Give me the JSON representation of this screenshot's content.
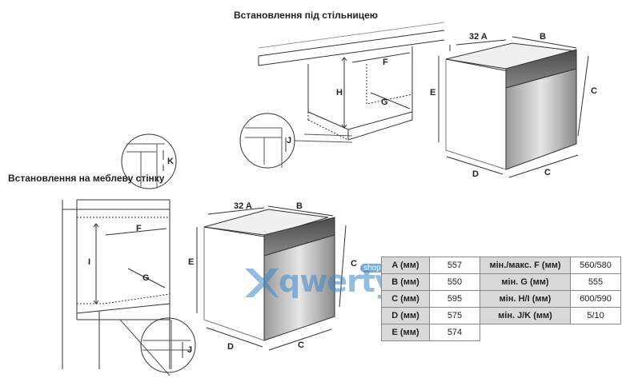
{
  "titles": {
    "under_counter": "Встановлення під стільницею",
    "wall_unit": "Встановлення на меблеву стінку"
  },
  "dimension_labels": {
    "a_32": "32 A",
    "b": "B",
    "c": "C",
    "d": "D",
    "e": "E",
    "f": "F",
    "g": "G",
    "h": "H",
    "i": "I",
    "j": "J",
    "k": "K"
  },
  "watermark": {
    "text": "qwerty",
    "badge": "shop"
  },
  "spec_table": {
    "rows": [
      {
        "k1": "A (мм)",
        "v1": "557",
        "k2": "мін./макс. F (мм)",
        "v2": "560/580"
      },
      {
        "k1": "B (мм)",
        "v1": "550",
        "k2": "мін. G (мм)",
        "v2": "555"
      },
      {
        "k1": "C (мм)",
        "v1": "595",
        "k2": "мін. H/I (мм)",
        "v2": "600/590"
      },
      {
        "k1": "D (мм)",
        "v1": "575",
        "k2": "мін. J/K (мм)",
        "v2": "5/10"
      },
      {
        "k1": "E (мм)",
        "v1": "574",
        "k2": "",
        "v2": ""
      }
    ]
  },
  "colors": {
    "line": "#333333",
    "oven_dark": "#555555",
    "oven_light": "#bdbdbd",
    "watermark": "#3d86c6"
  }
}
